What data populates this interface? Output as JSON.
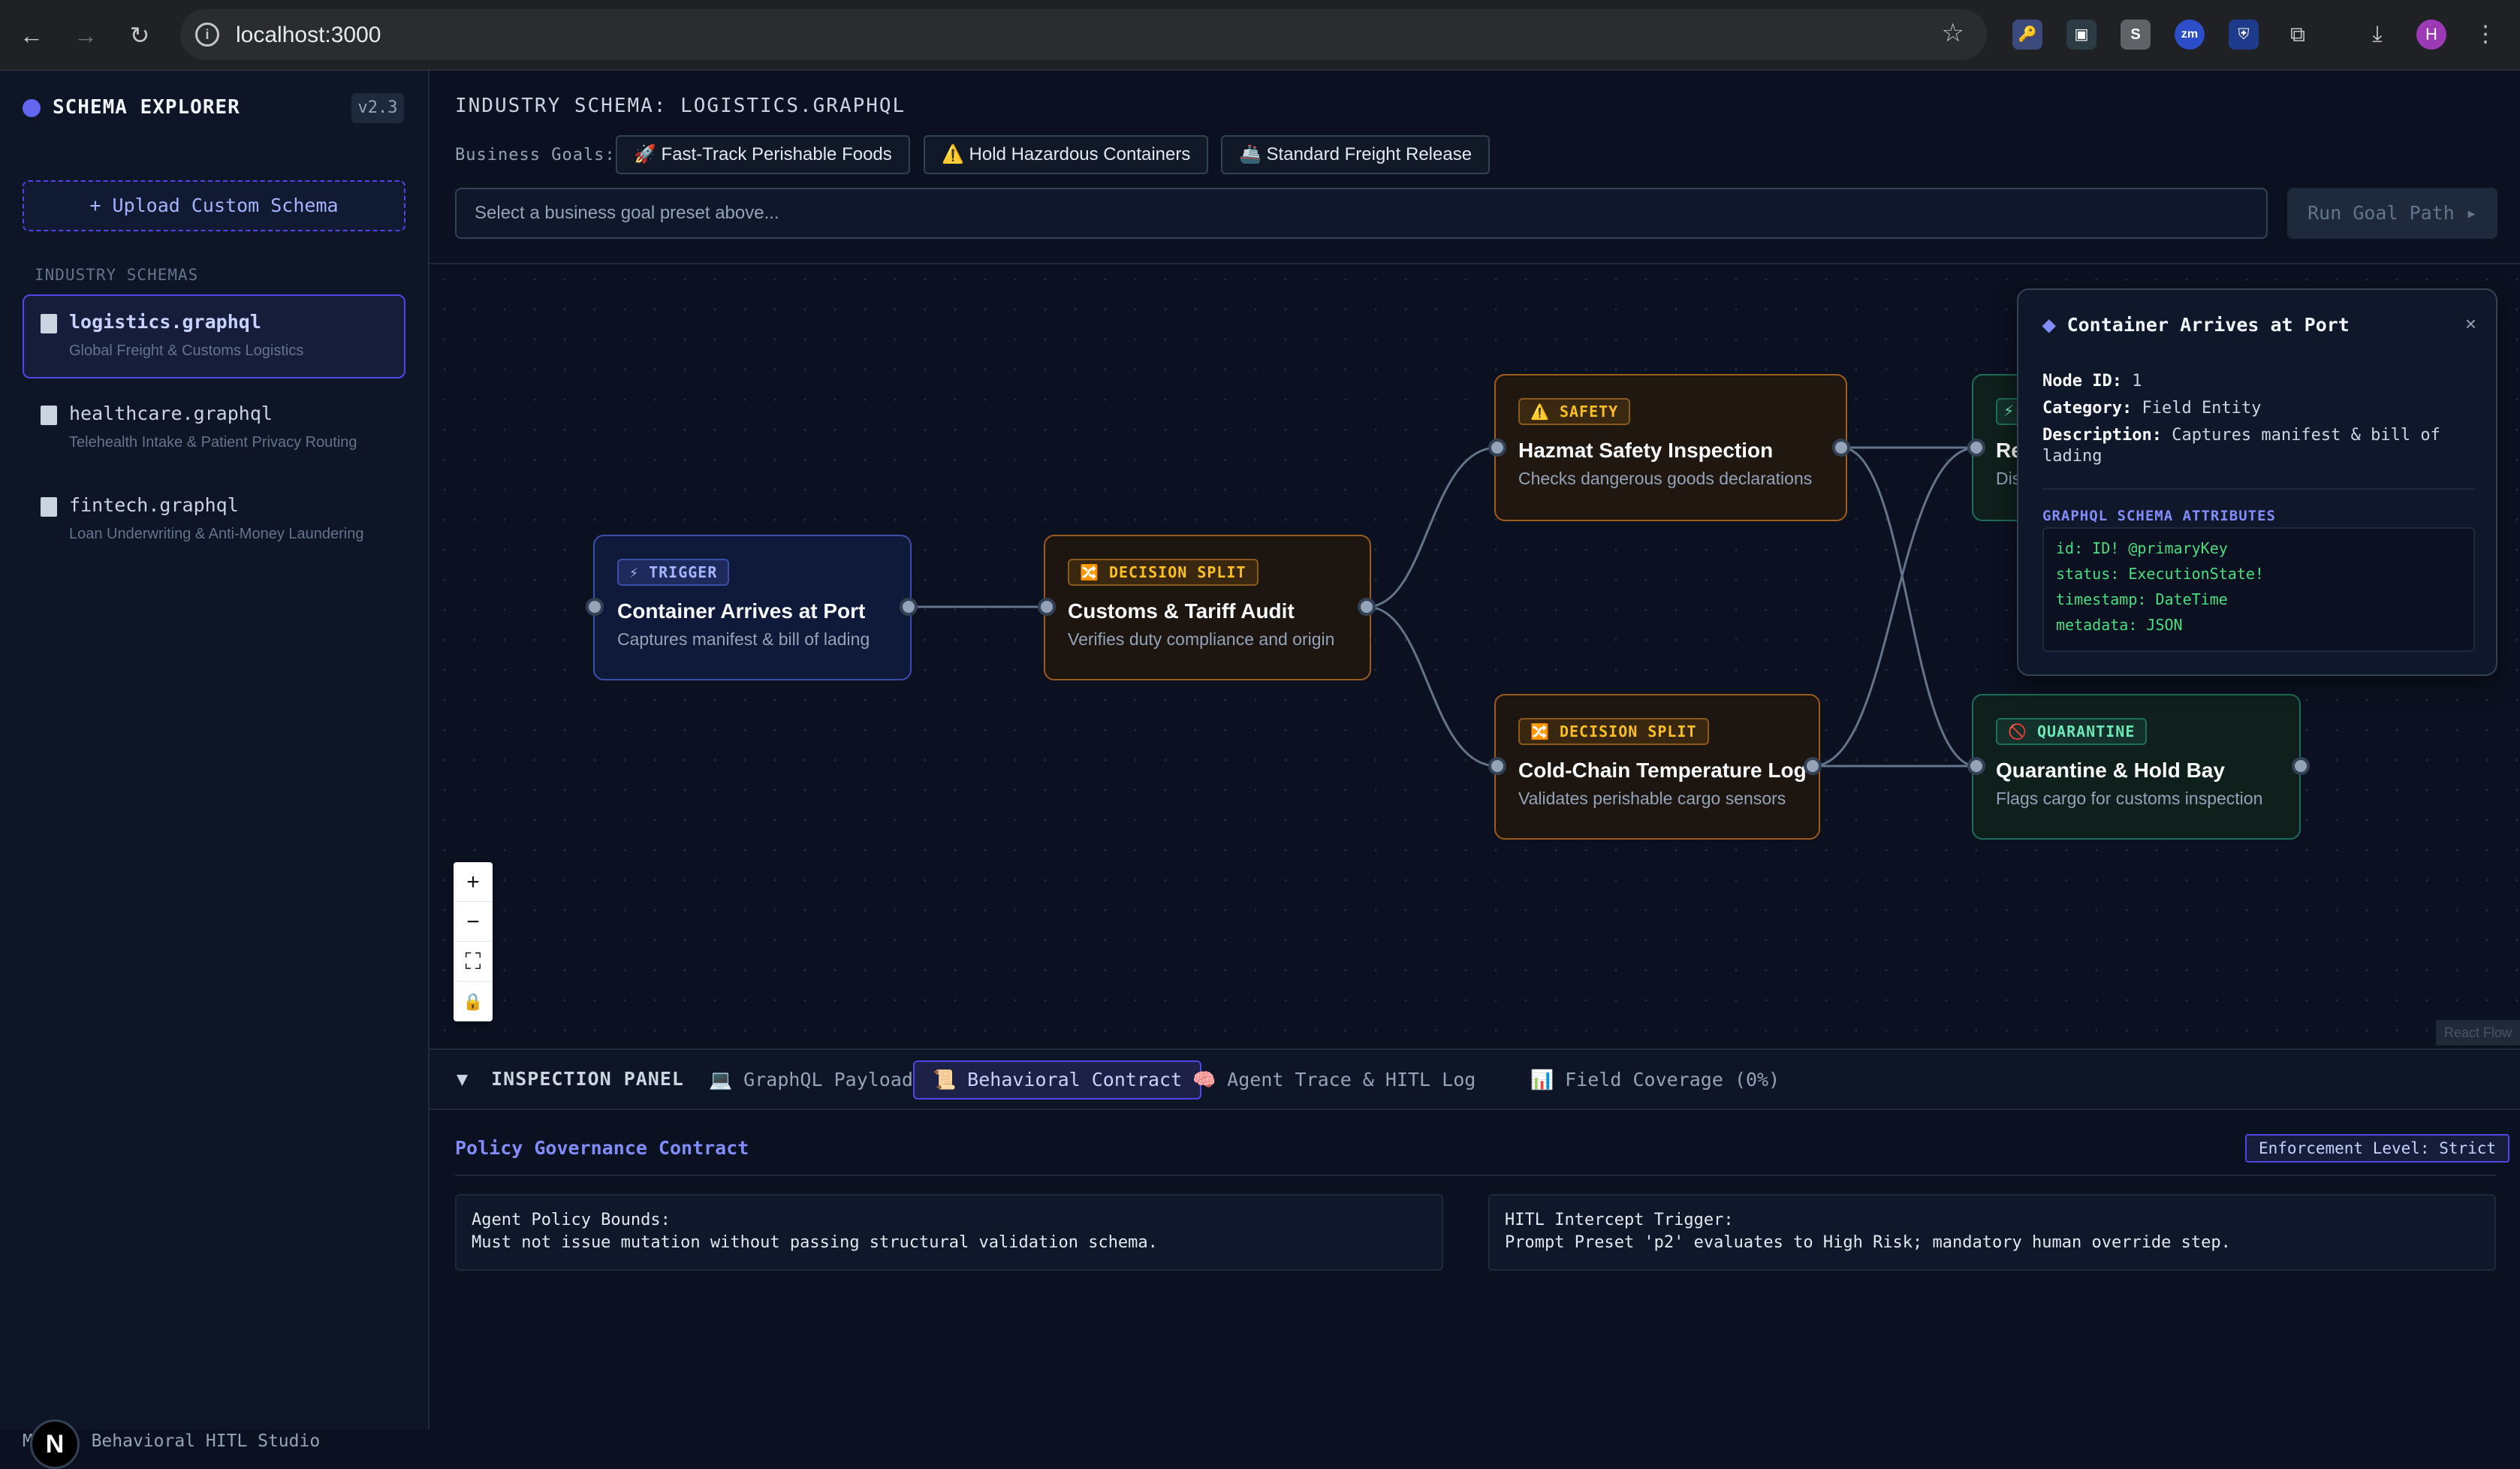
{
  "browser": {
    "url": "localhost:3000",
    "profile_initial": "H",
    "extensions": [
      "key-icon",
      "screen-icon",
      "s-icon",
      "zm",
      "shield-icon",
      "puzzle-icon"
    ]
  },
  "sidebar": {
    "brand": "SCHEMA EXPLORER",
    "version": "v2.3",
    "upload_label": "+ Upload Custom Schema",
    "section_label": "INDUSTRY SCHEMAS",
    "schemas": [
      {
        "name": "logistics.graphql",
        "desc": "Global Freight & Customs Logistics",
        "active": true
      },
      {
        "name": "healthcare.graphql",
        "desc": "Telehealth Intake & Patient Privacy Routing",
        "active": false
      },
      {
        "name": "fintech.graphql",
        "desc": "Loan Underwriting & Anti-Money Laundering",
        "active": false
      }
    ],
    "footer": "Behavioral HITL Studio",
    "footer_prefix": "Mo",
    "badge": "N"
  },
  "header": {
    "title": "INDUSTRY SCHEMA: LOGISTICS.GRAPHQL",
    "goals_label": "Business Goals:",
    "goals": [
      "🚀 Fast-Track Perishable Foods",
      "⚠️ Hold Hazardous Containers",
      "🚢 Standard Freight Release"
    ],
    "prompt_placeholder": "Select a business goal preset above...",
    "run_label": "Run Goal Path ▸"
  },
  "nodes": [
    {
      "tag": "⚡ TRIGGER",
      "title": "Container Arrives at Port",
      "sub": "Captures manifest & bill of lading"
    },
    {
      "tag": "🔀 DECISION SPLIT",
      "title": "Customs & Tariff Audit",
      "sub": "Verifies duty compliance and origin"
    },
    {
      "tag": "⚠️ SAFETY",
      "title": "Hazmat Safety Inspection",
      "sub": "Checks dangerous goods declarations"
    },
    {
      "tag": "🔀 DECISION SPLIT",
      "title": "Cold-Chain Temperature Log",
      "sub": "Validates perishable cargo sensors"
    },
    {
      "tag": "🚫 QUARANTINE",
      "title": "Quarantine & Hold Bay",
      "sub": "Flags cargo for customs inspection"
    },
    {
      "tag": "⚡",
      "title": "Re",
      "sub": "Dis"
    }
  ],
  "controls": [
    "+",
    "−",
    "⛶",
    "🔒"
  ],
  "attribution": "React Flow",
  "detail": {
    "title": "Container Arrives at Port",
    "close": "×",
    "node_id_label": "Node ID:",
    "node_id": "1",
    "category_label": "Category:",
    "category": "Field Entity",
    "description_label": "Description:",
    "description": "Captures manifest & bill of lading",
    "attrs_label": "GRAPHQL SCHEMA ATTRIBUTES",
    "attrs": [
      "id: ID! @primaryKey",
      "status: ExecutionState!",
      "timestamp: DateTime",
      "metadata: JSON"
    ]
  },
  "panel": {
    "title": "INSPECTION PANEL",
    "tabs": [
      "💻 GraphQL Payload",
      "📜 Behavioral Contract",
      "🧠 Agent Trace & HITL Log",
      "📊 Field Coverage (0%)"
    ],
    "active_tab": 1,
    "policy_title": "Policy Governance Contract",
    "enforcement": "Enforcement Level: Strict",
    "bounds_label": "Agent Policy Bounds:",
    "bounds_text": "Must not issue mutation without passing structural validation schema.",
    "hitl_label": "HITL Intercept Trigger:",
    "hitl_text": "Prompt Preset 'p2' evaluates to High Risk; mandatory human override step."
  },
  "colors": {
    "accent": "#6366f1",
    "trigger": "#3b4fa8",
    "decision": "#9a5b1c",
    "quarantine": "#1f6e5a"
  }
}
